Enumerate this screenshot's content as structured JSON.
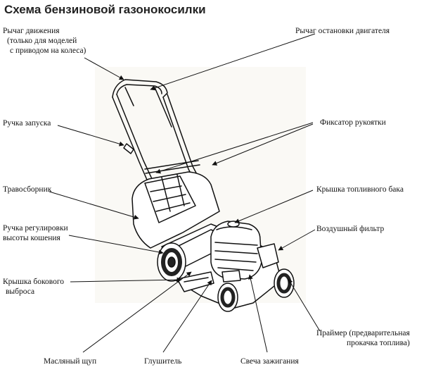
{
  "title": "Схема бензиновой газонокосилки",
  "labels": {
    "drive_lever": [
      "Рычаг движения",
      "(только для моделей",
      "с приводом на колеса)"
    ],
    "engine_stop_lever": "Рычаг остановки двигателя",
    "start_handle": "Ручка запуска",
    "handle_lock": "Фиксатор рукоятки",
    "grass_catcher": "Травосборник",
    "fuel_cap": "Крышка топливного бака",
    "height_adjust": [
      "Ручка регулировки",
      "высоты кошения"
    ],
    "air_filter": "Воздушный фильтр",
    "side_discharge": [
      "Крышка бокового",
      "выброса"
    ],
    "primer": [
      "Праймер (предварительная",
      "прокачка топлива)"
    ],
    "dipstick": "Масляный щуп",
    "muffler": "Глушитель",
    "spark_plug": "Свеча зажигания"
  }
}
